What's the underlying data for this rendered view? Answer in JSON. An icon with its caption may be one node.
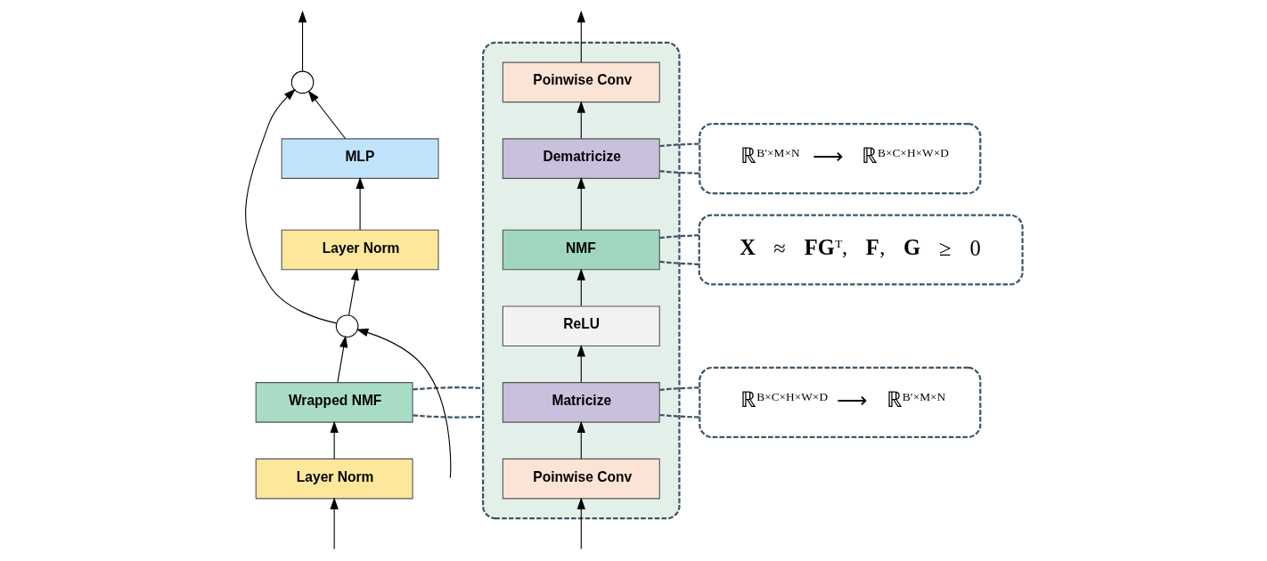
{
  "diagram": {
    "nodes": [
      {
        "text": [],
        "shape": "circle"
      },
      {
        "text": [
          "MLP"
        ]
      },
      {
        "text": [
          "Layer Norm"
        ]
      },
      {
        "text": [],
        "shape": "circle"
      },
      {
        "text": [
          "Wrapped NMF"
        ]
      },
      {
        "text": [
          "Layer Norm"
        ]
      },
      {
        "text": [],
        "shape": "box"
      },
      {
        "text": [
          "Poinwise Conv"
        ],
        "in": 6
      },
      {
        "text": [
          "Dematricize"
        ],
        "in": 6
      },
      {
        "text": [
          "NMF"
        ],
        "in": 6
      },
      {
        "text": [
          "ReLU"
        ],
        "in": 6
      },
      {
        "text": [
          "Matricize"
        ],
        "in": 6
      },
      {
        "text": [
          "Poinwise Conv"
        ],
        "in": 6
      },
      {
        "text": [
          "ℝ$^{B′×M×N}$ ⟶ ℝ$^{B×C×H×W×D}$"
        ]
      },
      {
        "text": [
          "**X** ≈ **FG**$^{T}$,   **F**, **G** ≥ 0"
        ]
      },
      {
        "text": [
          "ℝ$^{B×C×H×W×D}$ ⟶ ℝ$^{B′×M×N}$"
        ]
      }
    ],
    "edges": [
      {
        "from": null,
        "to": 5,
        "arrow": "to"
      },
      {
        "from": null,
        "to": 3,
        "arrow": "to"
      },
      {
        "from": 5,
        "to": 4,
        "arrow": "to"
      },
      {
        "from": 4,
        "to": 3,
        "arrow": "to"
      },
      {
        "from": 3,
        "to": 2,
        "arrow": "to"
      },
      {
        "from": 3,
        "to": 0,
        "arrow": "to"
      },
      {
        "from": 2,
        "to": 1,
        "arrow": "to"
      },
      {
        "from": 1,
        "to": 0,
        "arrow": "to"
      },
      {
        "from": 0,
        "to": null,
        "arrow": "to"
      },
      {
        "from": 4,
        "to": 6,
        "arrow": "none",
        "style": "dashed",
        "color": "#3d5566"
      },
      {
        "from": 4,
        "to": 6,
        "arrow": "none",
        "style": "dashed",
        "color": "#3d5566"
      },
      {
        "from": null,
        "to": 12,
        "arrow": "to"
      },
      {
        "from": 12,
        "to": 11,
        "arrow": "to"
      },
      {
        "from": 11,
        "to": 10,
        "arrow": "to"
      },
      {
        "from": 10,
        "to": 9,
        "arrow": "to"
      },
      {
        "from": 9,
        "to": 8,
        "arrow": "to"
      },
      {
        "from": 8,
        "to": 7,
        "arrow": "to"
      },
      {
        "from": 7,
        "to": null,
        "arrow": "to"
      },
      {
        "from": 8,
        "to": 13,
        "arrow": "none",
        "style": "dashed",
        "color": "#3d5566"
      },
      {
        "from": 8,
        "to": 13,
        "arrow": "none",
        "style": "dashed",
        "color": "#3d5566"
      },
      {
        "from": 9,
        "to": 14,
        "arrow": "none",
        "style": "dashed",
        "color": "#3d5566"
      },
      {
        "from": 9,
        "to": 14,
        "arrow": "none",
        "style": "dashed",
        "color": "#3d5566"
      },
      {
        "from": 11,
        "to": 15,
        "arrow": "none",
        "style": "dashed",
        "color": "#3d5566"
      },
      {
        "from": 11,
        "to": 15,
        "arrow": "none",
        "style": "dashed",
        "color": "#3d5566"
      }
    ]
  }
}
